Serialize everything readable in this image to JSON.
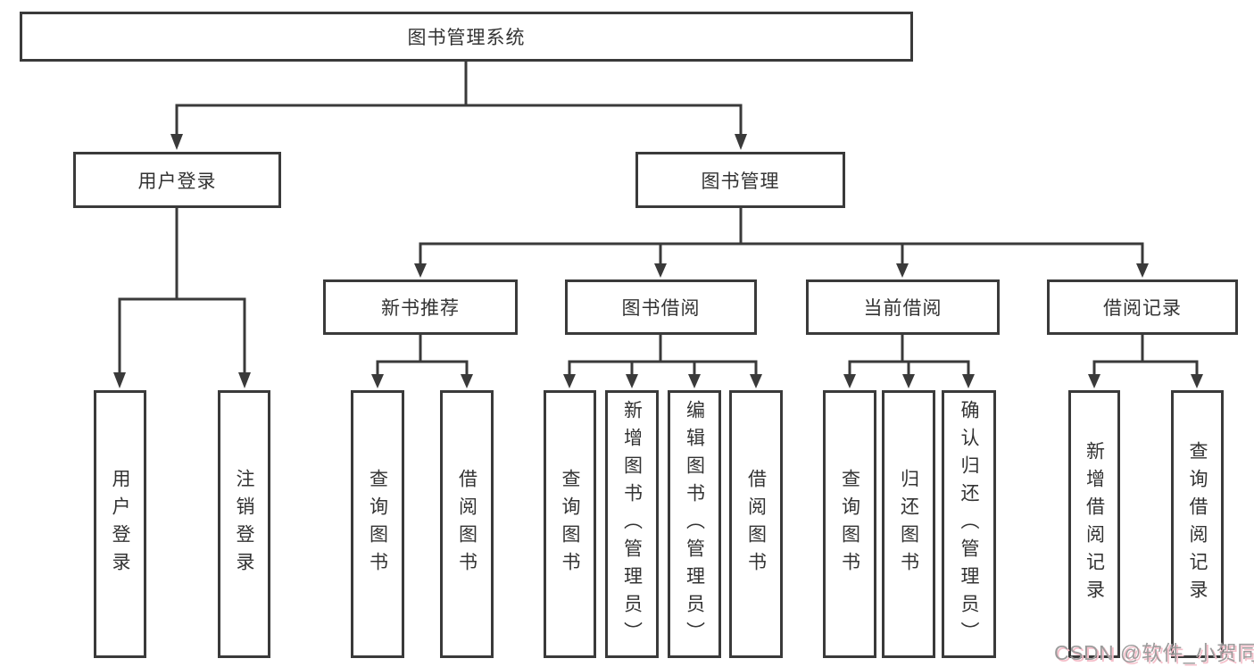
{
  "diagram": {
    "root": {
      "label": "图书管理系统"
    },
    "level2": [
      {
        "label": "用户登录"
      },
      {
        "label": "图书管理"
      }
    ],
    "level3": [
      {
        "label": "新书推荐"
      },
      {
        "label": "图书借阅"
      },
      {
        "label": "当前借阅"
      },
      {
        "label": "借阅记录"
      }
    ],
    "leaves": {
      "login": [
        "用户登录",
        "注销登录"
      ],
      "newbook": [
        "查询图书",
        "借阅图书"
      ],
      "borrow": [
        "查询图书",
        "新增图书（管理员）",
        "编辑图书（管理员）",
        "借阅图书"
      ],
      "current": [
        "查询图书",
        "归还图书",
        "确认归还（管理员）"
      ],
      "records": [
        "新增借阅记录",
        "查询借阅记录"
      ]
    }
  },
  "watermark": {
    "text": "CSDN @软件_小贺同学"
  },
  "colors": {
    "line": "#3a3a3a",
    "text": "#333333",
    "background": "#ffffff",
    "watermark_gray": "#9c9c9c",
    "watermark_pink": "#f5bfca"
  }
}
